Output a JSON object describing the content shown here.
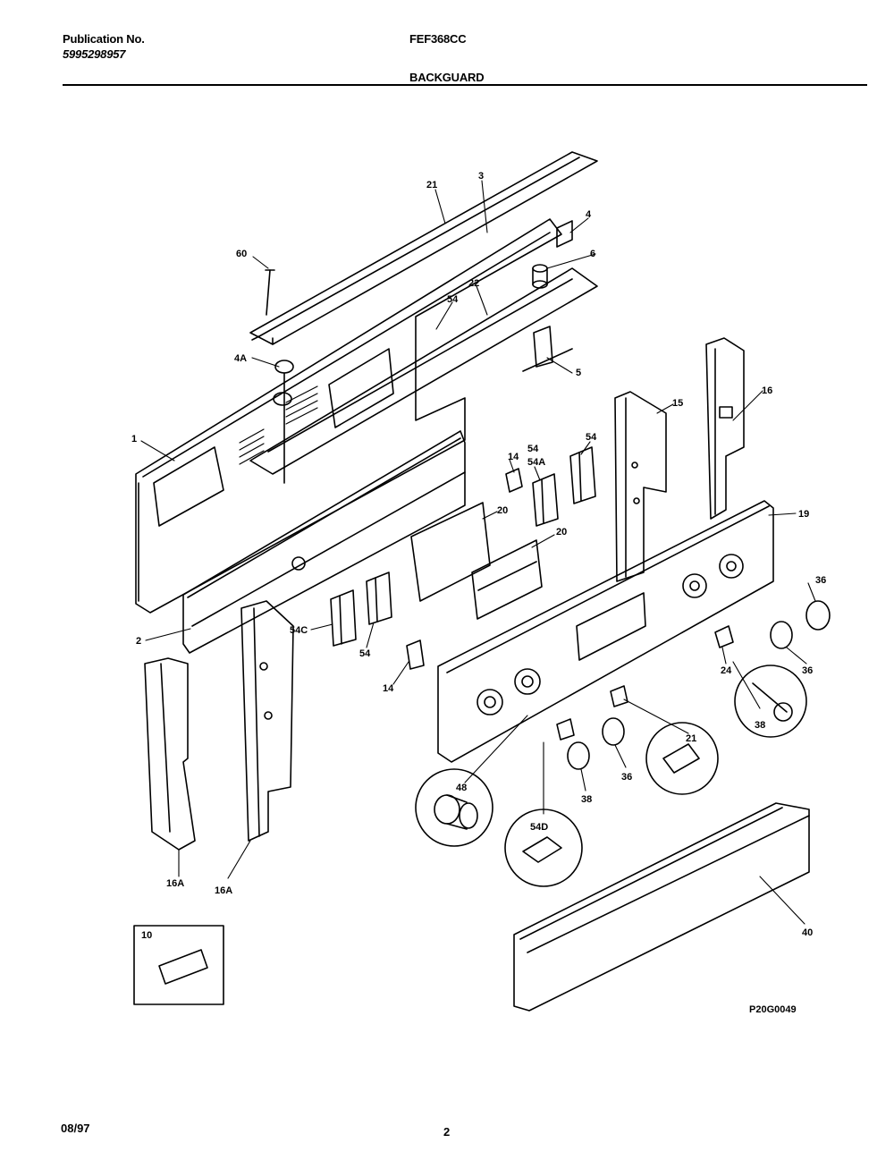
{
  "header": {
    "publication_label": "Publication No.",
    "publication_number": "5995298957",
    "model": "FEF368CC",
    "section": "BACKGUARD"
  },
  "figure_code": "P20G0049",
  "footer": {
    "date": "08/97",
    "page": "2"
  },
  "callouts": {
    "c21": "21",
    "c3": "3",
    "c4": "4",
    "c6": "6",
    "c60": "60",
    "c22": "22",
    "c54_top": "54",
    "c4A": "4A",
    "c5": "5",
    "c1": "1",
    "c15": "15",
    "c16": "16",
    "c14_top": "14",
    "c54_mid": "54",
    "c54A": "54A",
    "c54_right": "54",
    "c20_a": "20",
    "c20_b": "20",
    "c19": "19",
    "c36_top": "36",
    "c2": "2",
    "c54C": "54C",
    "c54_low": "54",
    "c14_low": "14",
    "c24_a": "24",
    "c36_mid": "36",
    "c38": "38",
    "c48": "48",
    "c38_b": "38",
    "c36_low": "36",
    "c21_b": "21",
    "c54D": "54D",
    "c16A_left": "16A",
    "c16A_right": "16A",
    "c40": "40",
    "c10": "10"
  }
}
